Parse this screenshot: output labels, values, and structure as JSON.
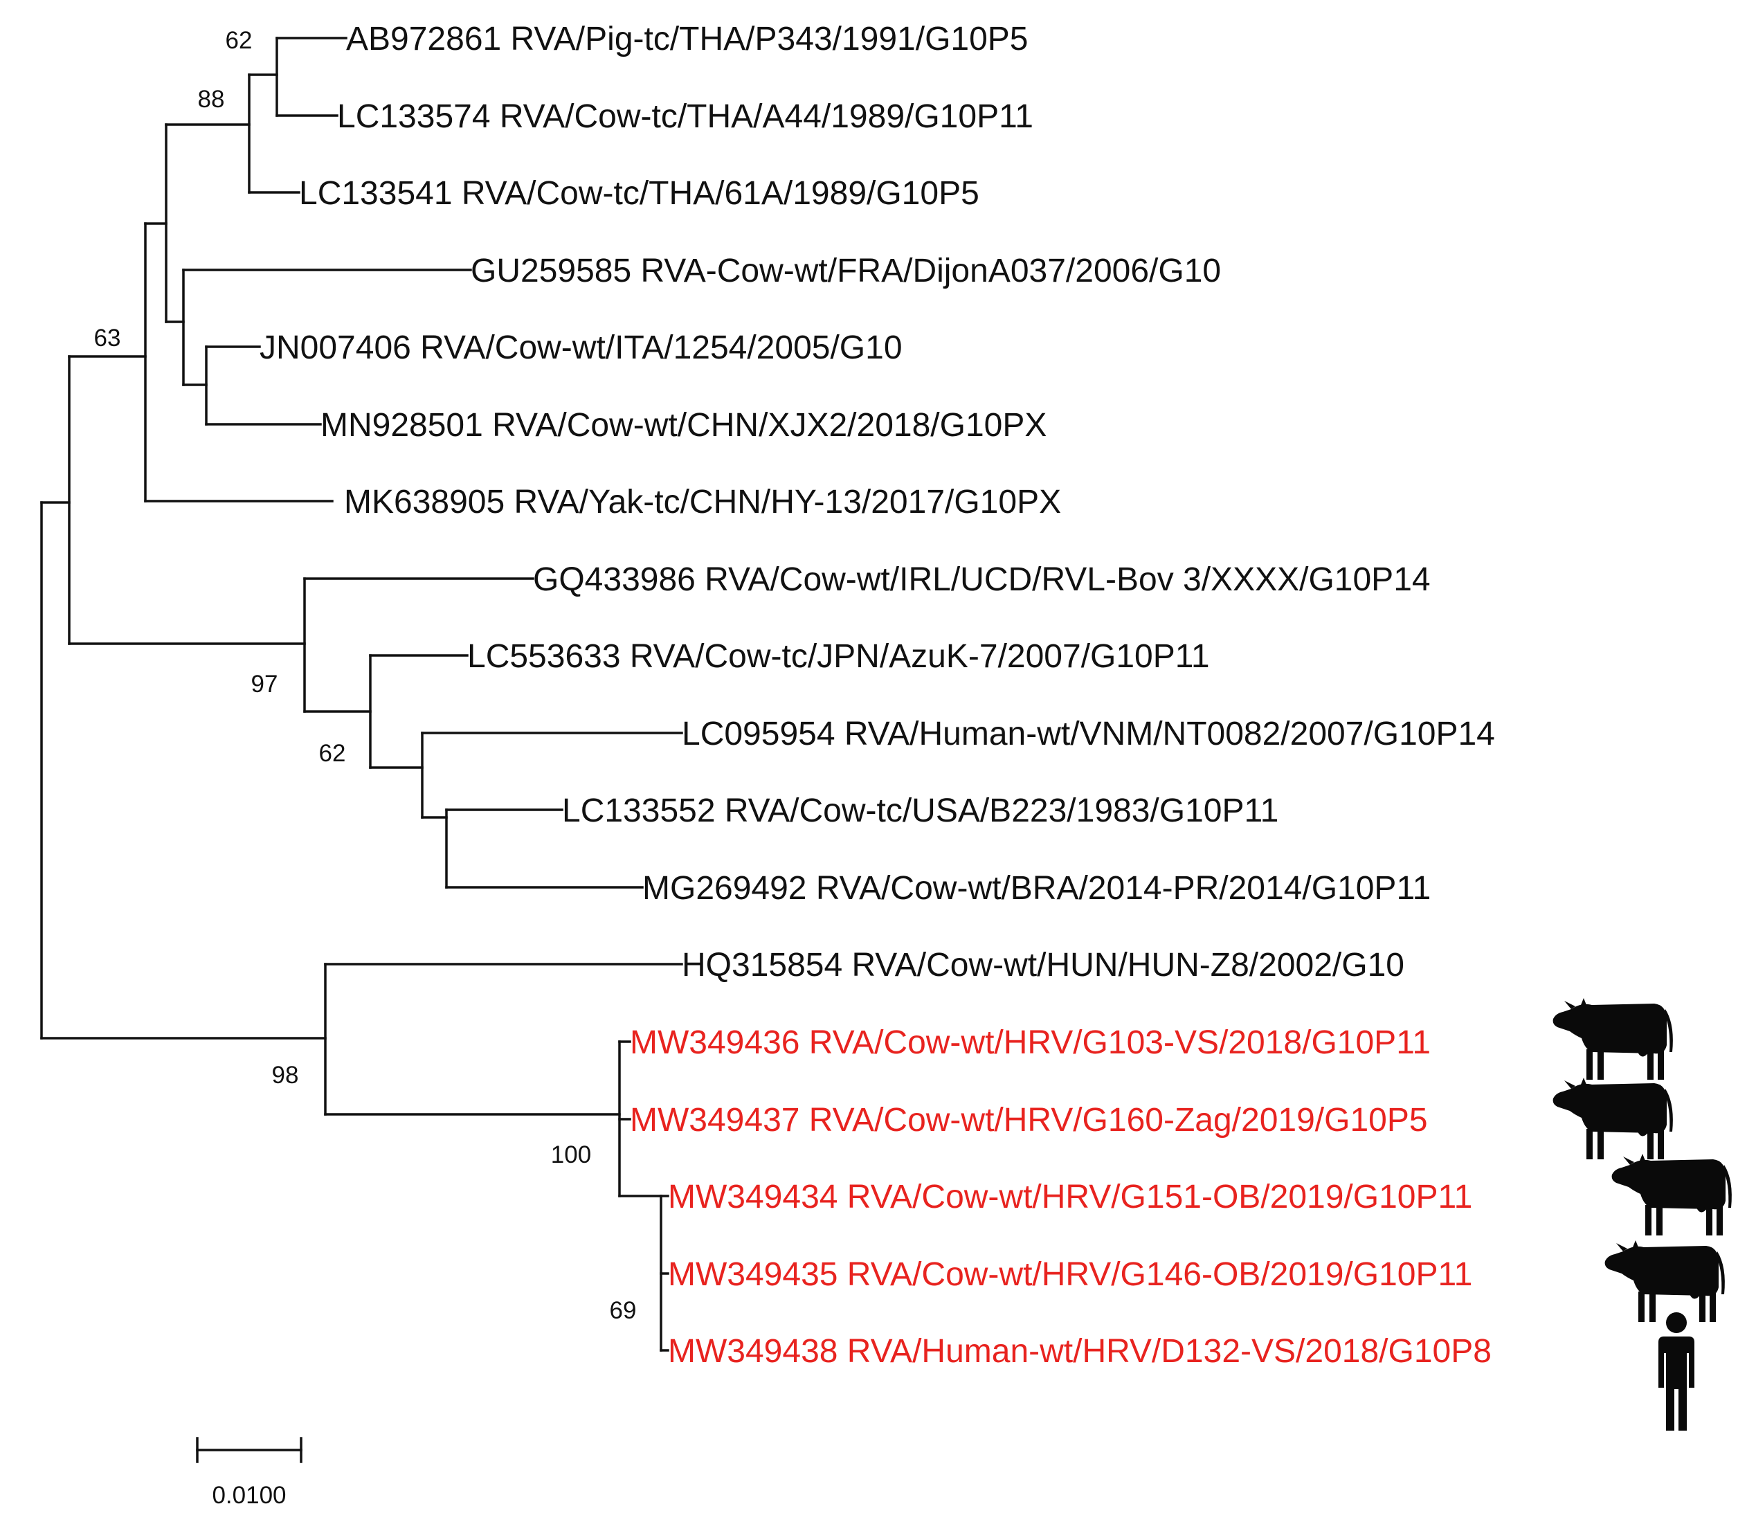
{
  "colors": {
    "reference": "#111111",
    "highlight": "#e8231f",
    "branch": "#111111"
  },
  "taxa": [
    {
      "label": "AB972861 RVA/Pig-tc/THA/P343/1991/G10P5",
      "highlight": false
    },
    {
      "label": "LC133574 RVA/Cow-tc/THA/A44/1989/G10P11",
      "highlight": false
    },
    {
      "label": "LC133541 RVA/Cow-tc/THA/61A/1989/G10P5",
      "highlight": false
    },
    {
      "label": "GU259585 RVA-Cow-wt/FRA/DijonA037/2006/G10",
      "highlight": false
    },
    {
      "label": "JN007406 RVA/Cow-wt/ITA/1254/2005/G10",
      "highlight": false
    },
    {
      "label": "MN928501 RVA/Cow-wt/CHN/XJX2/2018/G10PX",
      "highlight": false
    },
    {
      "label": "MK638905 RVA/Yak-tc/CHN/HY-13/2017/G10PX",
      "highlight": false
    },
    {
      "label": "GQ433986 RVA/Cow-wt/IRL/UCD/RVL-Bov 3/XXXX/G10P14",
      "highlight": false
    },
    {
      "label": "LC553633 RVA/Cow-tc/JPN/AzuK-7/2007/G10P11",
      "highlight": false
    },
    {
      "label": "LC095954 RVA/Human-wt/VNM/NT0082/2007/G10P14",
      "highlight": false
    },
    {
      "label": "LC133552 RVA/Cow-tc/USA/B223/1983/G10P11",
      "highlight": false
    },
    {
      "label": "MG269492 RVA/Cow-wt/BRA/2014-PR/2014/G10P11",
      "highlight": false
    },
    {
      "label": "HQ315854 RVA/Cow-wt/HUN/HUN-Z8/2002/G10",
      "highlight": false
    },
    {
      "label": "MW349436 RVA/Cow-wt/HRV/G103-VS/2018/G10P11",
      "highlight": true,
      "icon": "cow-icon"
    },
    {
      "label": "MW349437 RVA/Cow-wt/HRV/G160-Zag/2019/G10P5",
      "highlight": true,
      "icon": "cow-icon"
    },
    {
      "label": "MW349434 RVA/Cow-wt/HRV/G151-OB/2019/G10P11",
      "highlight": true,
      "icon": "cow-icon"
    },
    {
      "label": "MW349435 RVA/Cow-wt/HRV/G146-OB/2019/G10P11",
      "highlight": true,
      "icon": "cow-icon"
    },
    {
      "label": "MW349438 RVA/Human-wt/HRV/D132-VS/2018/G10P8",
      "highlight": true,
      "icon": "human-icon"
    }
  ],
  "support_values": [
    "62",
    "88",
    "63",
    "97",
    "62",
    "98",
    "100",
    "69"
  ],
  "scale_bar": {
    "label": "0.0100"
  }
}
